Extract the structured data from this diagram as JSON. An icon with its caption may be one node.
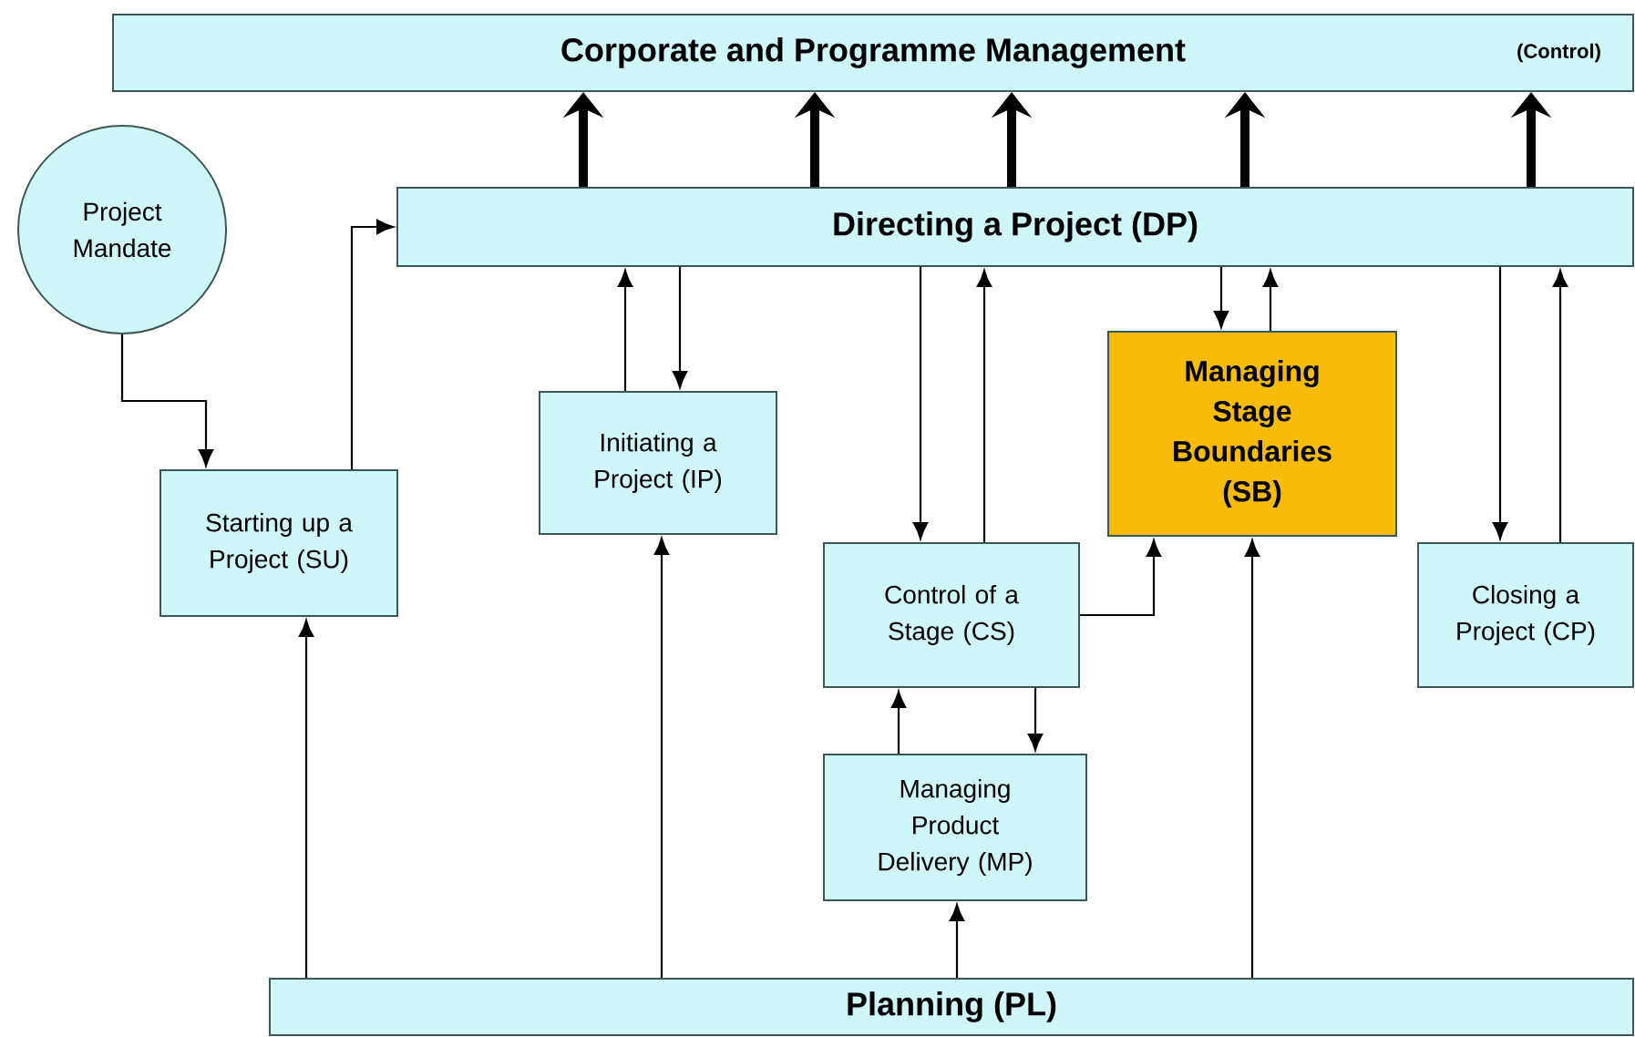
{
  "diagram": {
    "nodes": [
      {
        "text": [
          "Corporate and Programme Management",
          "(Control)"
        ]
      },
      {
        "text": [
          "Project Mandate"
        ]
      },
      {
        "text": [
          "Directing a Project (DP)"
        ]
      },
      {
        "text": [
          "Starting up a Project (SU)"
        ]
      },
      {
        "text": [
          "Initiating a Project (IP)"
        ]
      },
      {
        "text": [
          "Managing Stage Boundaries (SB)"
        ]
      },
      {
        "text": [
          "Control of a Stage (CS)"
        ]
      },
      {
        "text": [
          "Closing a Project (CP)"
        ]
      },
      {
        "text": [
          "Managing Product Delivery (MP)"
        ]
      },
      {
        "text": [
          "Planning (PL)"
        ]
      }
    ],
    "edges": [
      {
        "from": 2,
        "to": 0,
        "arrow": "to",
        "style": "thick"
      },
      {
        "from": 2,
        "to": 0,
        "arrow": "to",
        "style": "thick"
      },
      {
        "from": 2,
        "to": 0,
        "arrow": "to",
        "style": "thick"
      },
      {
        "from": 2,
        "to": 0,
        "arrow": "to",
        "style": "thick"
      },
      {
        "from": 2,
        "to": 0,
        "arrow": "to",
        "style": "thick"
      },
      {
        "from": 1,
        "to": 3,
        "arrow": "to"
      },
      {
        "from": 3,
        "to": 2,
        "arrow": "to"
      },
      {
        "from": 4,
        "to": 2,
        "arrow": "to"
      },
      {
        "from": 2,
        "to": 4,
        "arrow": "to"
      },
      {
        "from": 2,
        "to": 6,
        "arrow": "to"
      },
      {
        "from": 6,
        "to": 2,
        "arrow": "to"
      },
      {
        "from": 2,
        "to": 5,
        "arrow": "to"
      },
      {
        "from": 5,
        "to": 2,
        "arrow": "to"
      },
      {
        "from": 6,
        "to": 5,
        "arrow": "to"
      },
      {
        "from": 2,
        "to": 7,
        "arrow": "to"
      },
      {
        "from": 7,
        "to": 2,
        "arrow": "to"
      },
      {
        "from": 8,
        "to": 6,
        "arrow": "to"
      },
      {
        "from": 6,
        "to": 8,
        "arrow": "to"
      },
      {
        "from": 9,
        "to": 3,
        "arrow": "to"
      },
      {
        "from": 9,
        "to": 4,
        "arrow": "to"
      },
      {
        "from": 9,
        "to": 8,
        "arrow": "to"
      },
      {
        "from": 9,
        "to": 5,
        "arrow": "to"
      }
    ]
  }
}
